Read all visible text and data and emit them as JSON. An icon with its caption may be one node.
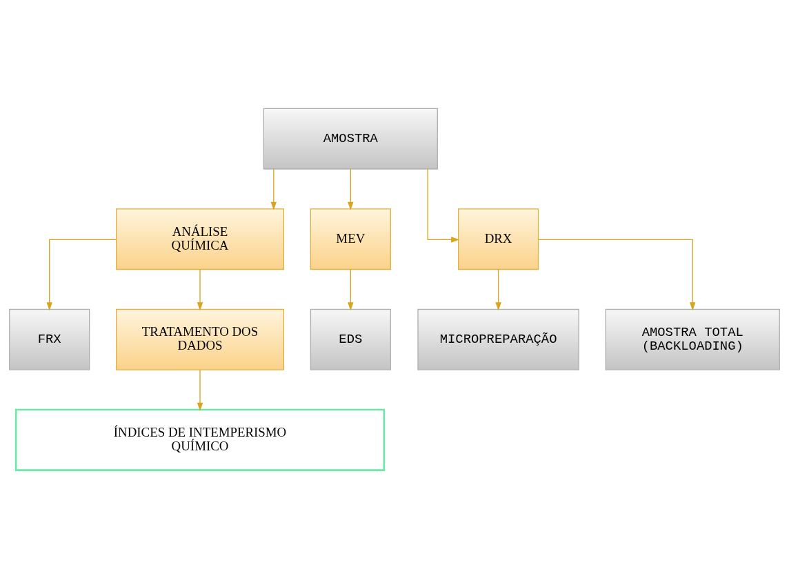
{
  "diagram": {
    "nodes": [
      {
        "text": [
          "AMOSTRA"
        ]
      },
      {
        "text": [
          "ANÁLISE QUÍMICA"
        ]
      },
      {
        "text": [
          "MEV"
        ]
      },
      {
        "text": [
          "DRX"
        ]
      },
      {
        "text": [
          "FRX"
        ]
      },
      {
        "text": [
          "EDS"
        ]
      },
      {
        "text": [
          "MICROPREPARAÇÃO"
        ]
      },
      {
        "text": [
          "AMOSTRA TOTAL (BACKLOADING)"
        ]
      },
      {
        "text": [
          "TRATAMENTO DOS DADOS"
        ]
      },
      {
        "text": [
          "ÍNDICES DE INTEMPERISMO QUÍMICO"
        ]
      }
    ],
    "edges": [
      {
        "from": 0,
        "to": 1,
        "arrow": "to"
      },
      {
        "from": 0,
        "to": 2,
        "arrow": "to"
      },
      {
        "from": 0,
        "to": 3,
        "arrow": "to"
      },
      {
        "from": 1,
        "to": 4,
        "arrow": "to"
      },
      {
        "from": 2,
        "to": 5,
        "arrow": "to"
      },
      {
        "from": 3,
        "to": 6,
        "arrow": "to"
      },
      {
        "from": 3,
        "to": 7,
        "arrow": "to"
      },
      {
        "from": 1,
        "to": 8,
        "arrow": "to"
      },
      {
        "from": 8,
        "to": 9,
        "arrow": "to"
      }
    ]
  }
}
